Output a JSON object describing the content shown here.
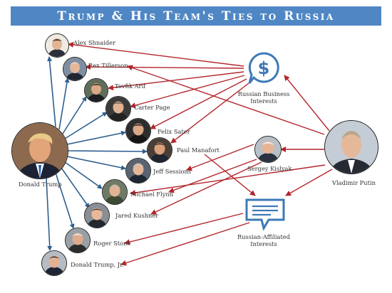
{
  "title": "Trump & His Team's Ties to Russia",
  "colors": {
    "banner": "#4f87c4",
    "arrow_blue": "#2e5f8f",
    "arrow_red": "#b3262b",
    "hub_icon": "#3d79b6"
  },
  "trump": {
    "name": "Donald Trump"
  },
  "putin": {
    "name": "Vladimir Putin"
  },
  "people": [
    {
      "id": "shnaider",
      "name": "Alex Shnaider"
    },
    {
      "id": "tillerson",
      "name": "Rex Tillerson"
    },
    {
      "id": "arif",
      "name": "Tevfik Arif"
    },
    {
      "id": "page",
      "name": "Carter Page"
    },
    {
      "id": "sater",
      "name": "Felix Sater"
    },
    {
      "id": "manafort",
      "name": "Paul Manafort"
    },
    {
      "id": "sessions",
      "name": "Jeff Sessions"
    },
    {
      "id": "flynn",
      "name": "Michael Flynn"
    },
    {
      "id": "kushner",
      "name": "Jared Kushner"
    },
    {
      "id": "stone",
      "name": "Roger Stone"
    },
    {
      "id": "trumpjr",
      "name": "Donald Trump, Jr."
    }
  ],
  "kislyak": {
    "name": "Sergey Kislyak"
  },
  "hubs": {
    "business": {
      "name": "Russian Business Interests",
      "line1": "Russian Business",
      "line2": "Interests",
      "icon": "dollar-speech-bubble-icon"
    },
    "affiliated": {
      "name": "Russian-Affiliated Interests",
      "line1": "Russian-Affiliated",
      "line2": "Interests",
      "icon": "message-bubble-icon"
    }
  },
  "connections": [
    {
      "from": "trump",
      "to": "shnaider",
      "kind": "association"
    },
    {
      "from": "trump",
      "to": "tillerson",
      "kind": "association"
    },
    {
      "from": "trump",
      "to": "arif",
      "kind": "association"
    },
    {
      "from": "trump",
      "to": "page",
      "kind": "association"
    },
    {
      "from": "trump",
      "to": "sater",
      "kind": "association"
    },
    {
      "from": "trump",
      "to": "manafort",
      "kind": "association"
    },
    {
      "from": "trump",
      "to": "sessions",
      "kind": "association"
    },
    {
      "from": "trump",
      "to": "flynn",
      "kind": "association"
    },
    {
      "from": "trump",
      "to": "kushner",
      "kind": "association"
    },
    {
      "from": "trump",
      "to": "stone",
      "kind": "association"
    },
    {
      "from": "trump",
      "to": "trumpjr",
      "kind": "association"
    },
    {
      "from": "business",
      "to": "shnaider",
      "kind": "tie"
    },
    {
      "from": "business",
      "to": "tillerson",
      "kind": "tie"
    },
    {
      "from": "business",
      "to": "arif",
      "kind": "tie"
    },
    {
      "from": "business",
      "to": "page",
      "kind": "tie"
    },
    {
      "from": "business",
      "to": "sater",
      "kind": "tie"
    },
    {
      "from": "business",
      "to": "manafort",
      "kind": "tie"
    },
    {
      "from": "putin",
      "to": "business",
      "kind": "tie"
    },
    {
      "from": "putin",
      "to": "tillerson",
      "kind": "tie"
    },
    {
      "from": "putin",
      "to": "kislyak",
      "kind": "tie"
    },
    {
      "from": "putin",
      "to": "flynn",
      "kind": "tie"
    },
    {
      "from": "putin",
      "to": "affiliated",
      "kind": "tie"
    },
    {
      "from": "kislyak",
      "to": "sessions",
      "kind": "tie"
    },
    {
      "from": "kislyak",
      "to": "flynn",
      "kind": "tie"
    },
    {
      "from": "kislyak",
      "to": "kushner",
      "kind": "tie"
    },
    {
      "from": "manafort",
      "to": "affiliated",
      "kind": "tie"
    },
    {
      "from": "affiliated",
      "to": "stone",
      "kind": "tie"
    },
    {
      "from": "affiliated",
      "to": "trumpjr",
      "kind": "tie"
    }
  ]
}
